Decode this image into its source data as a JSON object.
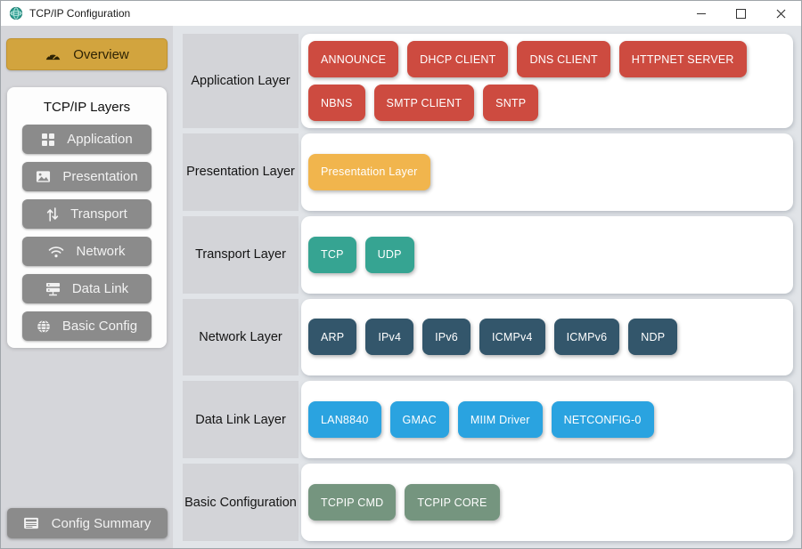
{
  "window": {
    "title": "TCP/IP Configuration",
    "controls": {
      "minimize_icon": "minimize-icon",
      "maximize_icon": "maximize-icon",
      "close_icon": "close-icon"
    },
    "app_icon": "tcpip-app-icon"
  },
  "sidebar": {
    "overview_label": "Overview",
    "overview_icon": "gauge-icon",
    "layers_title": "TCP/IP Layers",
    "items": [
      {
        "label": "Application",
        "icon": "grid-icon"
      },
      {
        "label": "Presentation",
        "icon": "image-icon"
      },
      {
        "label": "Transport",
        "icon": "sort-arrows-icon"
      },
      {
        "label": "Network",
        "icon": "wifi-icon"
      },
      {
        "label": "Data Link",
        "icon": "server-rack-icon"
      },
      {
        "label": "Basic Config",
        "icon": "globe-icon"
      }
    ],
    "config_summary_label": "Config Summary",
    "config_summary_icon": "summary-list-icon"
  },
  "main": {
    "rows": [
      {
        "label": "Application Layer",
        "color": "#cd4b40",
        "chips": [
          "ANNOUNCE",
          "DHCP CLIENT",
          "DNS CLIENT",
          "HTTPNET SERVER",
          "NBNS",
          "SMTP CLIENT",
          "SNTP"
        ]
      },
      {
        "label": "Presentation Layer",
        "color": "#f1b54d",
        "chips": [
          "Presentation Layer"
        ]
      },
      {
        "label": "Transport Layer",
        "color": "#36a492",
        "chips": [
          "TCP",
          "UDP"
        ]
      },
      {
        "label": "Network Layer",
        "color": "#33566b",
        "chips": [
          "ARP",
          "IPv4",
          "IPv6",
          "ICMPv4",
          "ICMPv6",
          "NDP"
        ]
      },
      {
        "label": "Data Link Layer",
        "color": "#2aa3e0",
        "chips": [
          "LAN8840",
          "GMAC",
          "MIIM Driver",
          "NETCONFIG-0"
        ]
      },
      {
        "label": "Basic Configuration",
        "color": "#75957f",
        "chips": [
          "TCPIP CMD",
          "TCPIP CORE"
        ]
      }
    ]
  },
  "colors": {
    "overview_gold": "#d2a43e",
    "sidebar_button_gray": "#8b8b8b",
    "application_red": "#cd4b40",
    "presentation_gold": "#f1b54d",
    "transport_teal": "#36a492",
    "network_navy": "#33566b",
    "datalink_blue": "#2aa3e0",
    "basic_config_green": "#75957f",
    "sidebar_bg": "#d5d6da",
    "main_bg": "#e1e4e8",
    "row_label_bg": "#d3d4d8"
  }
}
